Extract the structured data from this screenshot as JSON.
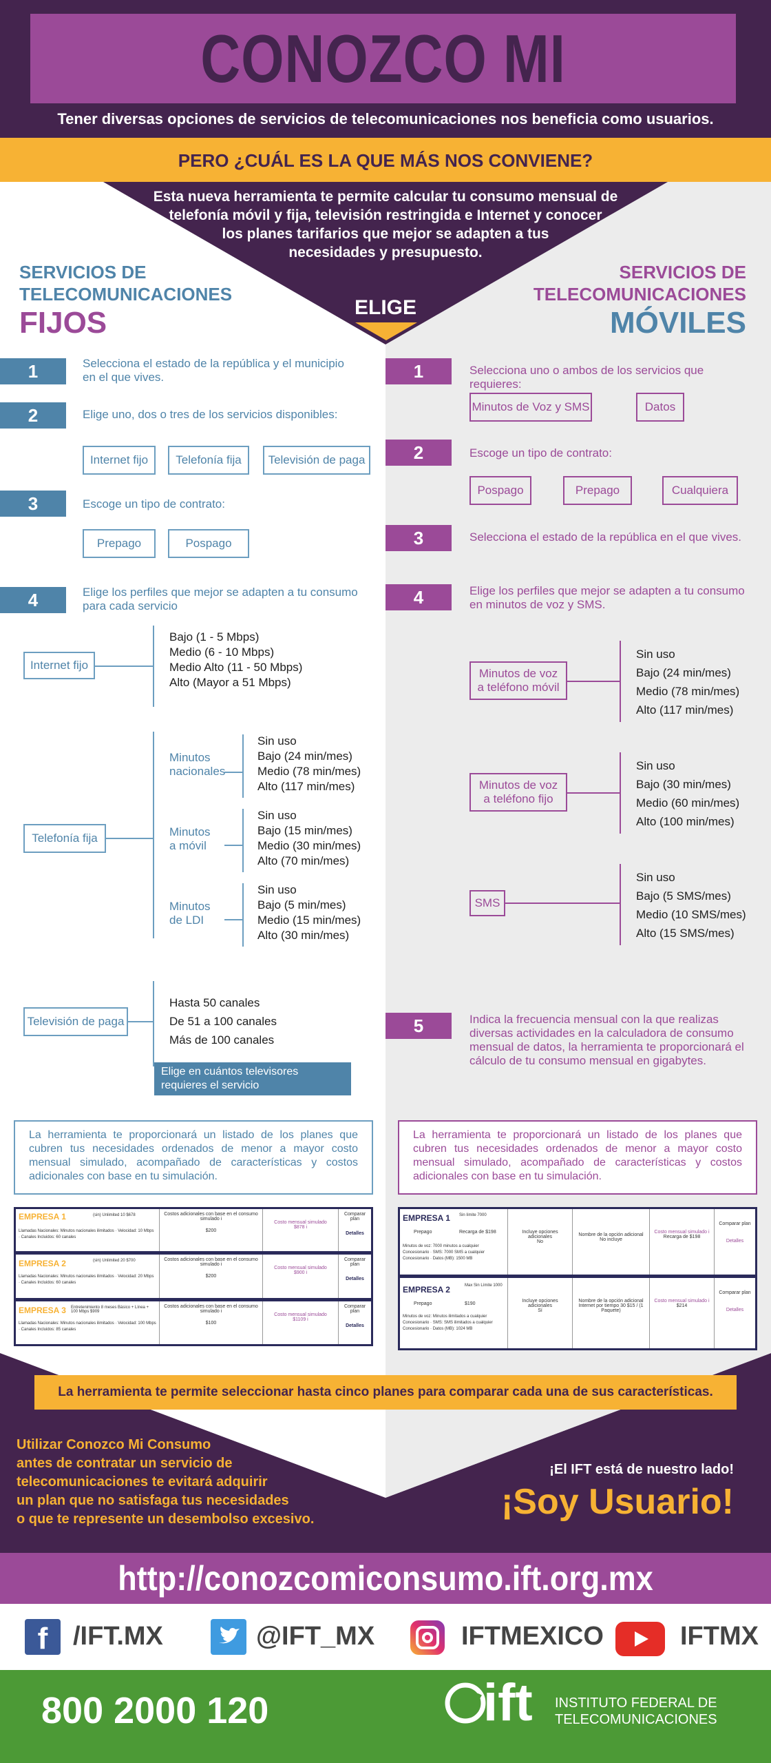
{
  "header": {
    "title": "CONOZCO MI CONSUMO",
    "subtitle": "Tener diversas opciones de servicios de telecomunicaciones nos beneficia como usuarios.",
    "question": "PERO ¿CUÁL ES LA QUE MÁS NOS CONVIENE?",
    "intro_lines": [
      "Esta nueva herramienta te permite calcular tu consumo mensual de",
      "telefonía móvil y fija, televisión restringida e Internet y conocer",
      "los planes tarifarios que mejor se adapten a tus",
      "necesidades y presupuesto."
    ],
    "elige": "ELIGE"
  },
  "fixed": {
    "heading_1": "SERVICIOS DE",
    "heading_2": "TELECOMUNICACIONES",
    "heading_3": "FIJOS",
    "steps": [
      {
        "num": "1",
        "text": "Selecciona el estado de la república y el municipio en el que vives."
      },
      {
        "num": "2",
        "text": "Elige uno, dos o tres de los servicios disponibles:"
      },
      {
        "num": "3",
        "text": "Escoge un tipo de contrato:"
      },
      {
        "num": "4",
        "text": "Elige los perfiles que mejor se adapten a tu consumo para cada servicio"
      }
    ],
    "services": [
      "Internet fijo",
      "Telefonía fija",
      "Televisión de paga"
    ],
    "contracts": [
      "Prepago",
      "Pospago"
    ],
    "internet": {
      "label": "Internet fijo",
      "options": [
        "Bajo (1 - 5 Mbps)",
        "Medio (6 - 10 Mbps)",
        "Medio Alto (11 - 50 Mbps)",
        "Alto (Mayor a 51 Mbps)"
      ]
    },
    "phone": {
      "label": "Telefonía fija",
      "groups": [
        {
          "name_1": "Minutos",
          "name_2": "nacionales",
          "options": [
            "Sin uso",
            "Bajo (24 min/mes)",
            "Medio (78 min/mes)",
            "Alto (117 min/mes)"
          ]
        },
        {
          "name_1": "Minutos",
          "name_2": "a móvil",
          "options": [
            "Sin uso",
            "Bajo (15 min/mes)",
            "Medio (30 min/mes)",
            "Alto (70 min/mes)"
          ]
        },
        {
          "name_1": "Minutos",
          "name_2": "de LDI",
          "options": [
            "Sin uso",
            "Bajo (5 min/mes)",
            "Medio (15 min/mes)",
            "Alto (30 min/mes)"
          ]
        }
      ]
    },
    "tv": {
      "label": "Televisión de paga",
      "options": [
        "Hasta 50 canales",
        "De 51 a 100 canales",
        "Más de 100 canales"
      ],
      "note": "Elige en cuántos televisores requieres el servicio"
    },
    "result_note": "La herramienta te proporcionará un listado de los planes que cubren tus necesidades ordenados de menor a mayor costo mensual simulado, acompañado de características y costos adicionales con base en tu simulación.",
    "table": [
      {
        "company": "EMPRESA 1",
        "plan": "(sin) Unlimited 10 $678",
        "detail": "Llamadas Nacionales: Minutos nacionales ilimitados · Velocidad: 10 Mbps · Canales Incluidos: 60 canales",
        "c1": "Costos adicionales con base en el consumo simulado i",
        "c1v": "$200",
        "c2": "Costo mensual simulado",
        "c2v": "$878 i",
        "c3": "Comparar plan",
        "c4": "Detalles"
      },
      {
        "company": "EMPRESA 2",
        "plan": "(sin) Unlimited 20 $700",
        "detail": "Llamadas Nacionales: Minutos nacionales ilimitados · Velocidad: 20 Mbps · Canales Incluidos: 60 canales",
        "c1": "Costos adicionales con base en el consumo simulado i",
        "c1v": "$200",
        "c2": "Costo mensual simulado",
        "c2v": "$900 i",
        "c3": "Comparar plan",
        "c4": "Detalles"
      },
      {
        "company": "EMPRESA 3",
        "plan": "Entretenimiento 8 meses Básico + Línea + 100 Mbps $909",
        "detail": "Llamadas Nacionales: Minutos nacionales ilimitados · Velocidad: 100 Mbps · Canales Incluidos: 85 canales",
        "c1": "Costos adicionales con base en el consumo simulado i",
        "c1v": "$100",
        "c2": "Costo mensual simulado",
        "c2v": "$1109 i",
        "c3": "Comparar plan",
        "c4": "Detalles"
      }
    ]
  },
  "mobile": {
    "heading_1": "SERVICIOS DE",
    "heading_2": "TELECOMUNICACIONES",
    "heading_3": "MÓVILES",
    "steps": [
      {
        "num": "1",
        "text": "Selecciona uno o ambos de los servicios que requieres:"
      },
      {
        "num": "2",
        "text": "Escoge un tipo de contrato:"
      },
      {
        "num": "3",
        "text": "Selecciona el estado de la república en el que vives."
      },
      {
        "num": "4",
        "text": "Elige los perfiles que mejor se adapten a tu consumo en minutos de voz y SMS."
      },
      {
        "num": "5",
        "text": "Indica la frecuencia mensual con la que realizas diversas actividades en la calculadora de consumo mensual de datos, la herramienta te proporcionará el cálculo de tu consumo mensual en gigabytes."
      }
    ],
    "services": [
      "Minutos de Voz y SMS",
      "Datos"
    ],
    "contracts": [
      "Pospago",
      "Prepago",
      "Cualquiera"
    ],
    "groups": [
      {
        "label_1": "Minutos de voz",
        "label_2": "a teléfono móvil",
        "options": [
          "Sin uso",
          "Bajo (24 min/mes)",
          "Medio (78 min/mes)",
          "Alto (117 min/mes)"
        ]
      },
      {
        "label_1": "Minutos de voz",
        "label_2": "a teléfono fijo",
        "options": [
          "Sin uso",
          "Bajo (30 min/mes)",
          "Medio (60 min/mes)",
          "Alto (100 min/mes)"
        ]
      },
      {
        "label_1": "SMS",
        "label_2": "",
        "options": [
          "Sin uso",
          "Bajo (5 SMS/mes)",
          "Medio (10 SMS/mes)",
          "Alto (15 SMS/mes)"
        ]
      }
    ],
    "result_note": "La herramienta te proporcionará un listado de los planes que cubren tus necesidades ordenados de menor a mayor costo mensual simulado, acompañado de características y costos adicionales con base en tu simulación.",
    "table": [
      {
        "company": "EMPRESA 1",
        "plan": "Sin límite 7000",
        "type": "Prepago",
        "recharge": "Recarga de $198",
        "detail": "Minutos de voz: 7000 minutos a cualquier Concesionario · SMS: 7000 SMS a cualquier Concesionario · Datos (MB): 1500 MB",
        "c1": "Incluye opciones adicionales",
        "c1v": "No",
        "c2": "Nombre de la opción adicional",
        "c2v": "No incluye",
        "c3": "Costo mensual simulado i",
        "c3v": "Recarga de $198",
        "c4": "Comparar plan",
        "c5": "Detalles"
      },
      {
        "company": "EMPRESA 2",
        "plan": "Max Sin Límite 1000",
        "type": "Prepago",
        "recharge": "$190",
        "detail": "Minutos de voz: Minutos ilimitados a cualquier Concesionario · SMS: SMS ilimitados a cualquier Concesionario · Datos (MB): 1024 MB",
        "c1": "Incluye opciones adicionales",
        "c1v": "Sí",
        "c2": "Nombre de la opción adicional",
        "c2v": "Internet por tiempo 30 $15 / (1 Paquete)",
        "c3": "Costo mensual simulado i",
        "c3v": "$214",
        "c4": "Comparar plan",
        "c5": "Detalles"
      }
    ]
  },
  "footer": {
    "compare_note": "La herramienta te permite seleccionar hasta cinco planes para comparar cada una de sus características.",
    "advice": [
      "Utilizar Conozco Mi Consumo",
      "antes de contratar un servicio de",
      "telecomunicaciones te evitará adquirir",
      "un plan que no satisfaga tus necesidades",
      "o que te represente un desembolso excesivo."
    ],
    "ift_line": "¡El IFT está de nuestro lado!",
    "soy_usuario": "¡Soy Usuario!",
    "url": "http://conozcomiconsumo.ift.org.mx",
    "social": [
      {
        "icon": "facebook-icon",
        "label": "/IFT.MX"
      },
      {
        "icon": "twitter-icon",
        "label": "@IFT_MX"
      },
      {
        "icon": "instagram-icon",
        "label": "IFTMEXICO"
      },
      {
        "icon": "youtube-icon",
        "label": "IFTMX"
      }
    ],
    "phone": "800 2000 120",
    "logo_text": "ift",
    "institute_1": "INSTITUTO FEDERAL DE",
    "institute_2": "TELECOMUNICACIONES"
  },
  "colors": {
    "purple_dark": "#44244e",
    "magenta": "#9b4a98",
    "blue": "#4f84a9",
    "yellow": "#f7b234",
    "green": "#4c9a36",
    "light_gray": "#ececec"
  }
}
